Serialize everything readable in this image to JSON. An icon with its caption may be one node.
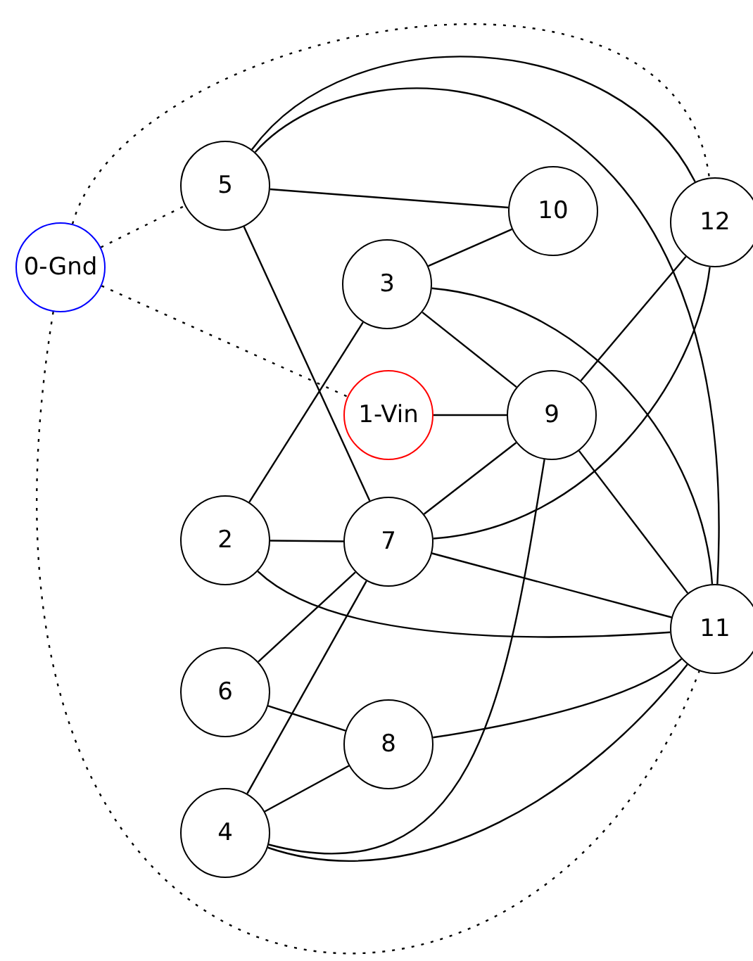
{
  "diagram": {
    "nodes": [
      {
        "text": [
          "0-Gnd"
        ]
      },
      {
        "text": [
          "1-Vin"
        ]
      },
      {
        "text": [
          "2"
        ]
      },
      {
        "text": [
          "3"
        ]
      },
      {
        "text": [
          "4"
        ]
      },
      {
        "text": [
          "5"
        ]
      },
      {
        "text": [
          "6"
        ]
      },
      {
        "text": [
          "7"
        ]
      },
      {
        "text": [
          "8"
        ]
      },
      {
        "text": [
          "9"
        ]
      },
      {
        "text": [
          "10"
        ]
      },
      {
        "text": [
          "11"
        ]
      },
      {
        "text": [
          "12"
        ]
      }
    ],
    "edges": [
      {
        "from": 0,
        "to": 5,
        "arrow": "none",
        "style": "dashed"
      },
      {
        "from": 0,
        "to": 1,
        "arrow": "none",
        "style": "dashed"
      },
      {
        "from": 0,
        "to": 12,
        "arrow": "none",
        "style": "dashed"
      },
      {
        "from": 0,
        "to": 11,
        "arrow": "none",
        "style": "dashed"
      },
      {
        "from": 5,
        "to": 10,
        "arrow": "none"
      },
      {
        "from": 5,
        "to": 7,
        "arrow": "none"
      },
      {
        "from": 5,
        "to": 12,
        "arrow": "none"
      },
      {
        "from": 5,
        "to": 11,
        "arrow": "none"
      },
      {
        "from": 3,
        "to": 10,
        "arrow": "none"
      },
      {
        "from": 3,
        "to": 9,
        "arrow": "none"
      },
      {
        "from": 3,
        "to": 2,
        "arrow": "none"
      },
      {
        "from": 3,
        "to": 11,
        "arrow": "none"
      },
      {
        "from": 1,
        "to": 9,
        "arrow": "none"
      },
      {
        "from": 9,
        "to": 12,
        "arrow": "none"
      },
      {
        "from": 9,
        "to": 7,
        "arrow": "none"
      },
      {
        "from": 9,
        "to": 11,
        "arrow": "none"
      },
      {
        "from": 9,
        "to": 4,
        "arrow": "none"
      },
      {
        "from": 7,
        "to": 12,
        "arrow": "none"
      },
      {
        "from": 2,
        "to": 7,
        "arrow": "none"
      },
      {
        "from": 7,
        "to": 11,
        "arrow": "none"
      },
      {
        "from": 7,
        "to": 6,
        "arrow": "none"
      },
      {
        "from": 7,
        "to": 4,
        "arrow": "none"
      },
      {
        "from": 2,
        "to": 11,
        "arrow": "none"
      },
      {
        "from": 6,
        "to": 8,
        "arrow": "none"
      },
      {
        "from": 8,
        "to": 4,
        "arrow": "none"
      },
      {
        "from": 8,
        "to": 11,
        "arrow": "none"
      },
      {
        "from": 4,
        "to": 11,
        "arrow": "none"
      }
    ]
  }
}
